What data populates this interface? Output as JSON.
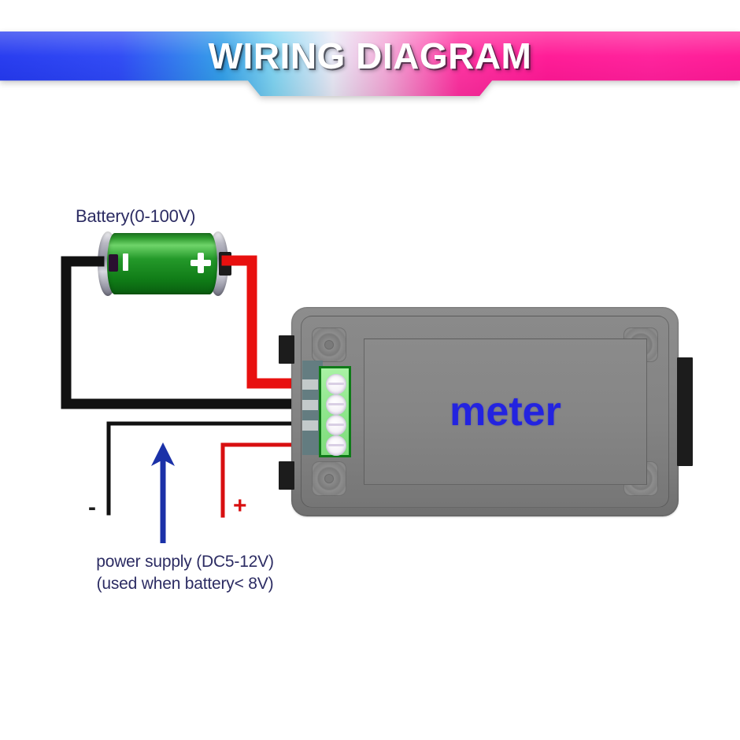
{
  "banner": {
    "title": "WIRING DIAGRAM",
    "gradient_start": "#2136ef",
    "gradient_mid": "#e9e9f6",
    "gradient_end": "#ff1493",
    "title_color": "#ffffff"
  },
  "battery": {
    "label": "Battery(0-100V)",
    "label_color": "#2c2c63",
    "body_color": "#24992a",
    "cap_color": "#b9b9c4",
    "negative_marker": "-",
    "positive_marker": "+"
  },
  "meter": {
    "display_text": "meter",
    "display_text_color": "#2323e0",
    "body_color": "#878787",
    "terminal_block_color": "#8fe68c",
    "terminal_block_border": "#0f7a18",
    "terminals": [
      {
        "index": 1,
        "wire_color": "#e8100f",
        "wire_name": "battery-positive"
      },
      {
        "index": 2,
        "wire_color": "#111111",
        "wire_name": "battery-negative"
      },
      {
        "index": 3,
        "wire_color": "#111111",
        "wire_name": "supply-negative"
      },
      {
        "index": 4,
        "wire_color": "#e8100f",
        "wire_name": "supply-positive"
      }
    ]
  },
  "wires": {
    "battery_negative_color": "#111111",
    "battery_positive_color": "#e8100f",
    "supply_negative_color": "#111111",
    "supply_positive_color": "#d80f10"
  },
  "power_supply": {
    "negative_label": "-",
    "positive_label": "+",
    "arrow_color": "#1b31a8",
    "caption_line1": "power supply (DC5-12V)",
    "caption_line2": "(used when battery< 8V)",
    "caption_color": "#2c2c63"
  }
}
